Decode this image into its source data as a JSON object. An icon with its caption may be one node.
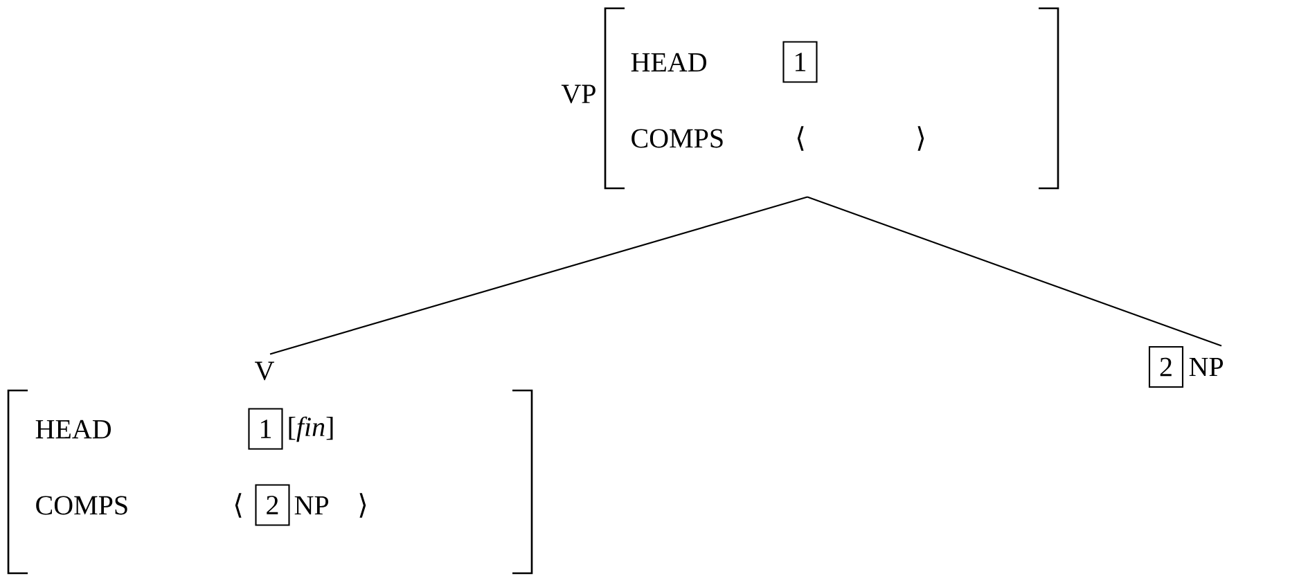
{
  "diagram": {
    "nodes": [
      {
        "text": [
          "HEAD",
          "COMPS",
          "⟨",
          "⟩"
        ],
        "beside": [
          "VP"
        ]
      },
      {
        "text": [
          "1"
        ],
        "in": 0
      },
      {
        "text": [
          "NP"
        ]
      },
      {
        "text": [
          "2"
        ]
      },
      {
        "text": [
          "HEAD",
          "[*fin*]",
          "COMPS",
          "⟨",
          "NP",
          "⟩"
        ],
        "beside": [
          "V"
        ]
      },
      {
        "text": [
          "1"
        ],
        "in": 4
      },
      {
        "text": [
          "2"
        ],
        "in": 4
      }
    ],
    "edges": [
      {
        "from": 0,
        "to": 4,
        "arrow": "none"
      },
      {
        "from": 0,
        "to": 2,
        "arrow": "none"
      }
    ]
  }
}
